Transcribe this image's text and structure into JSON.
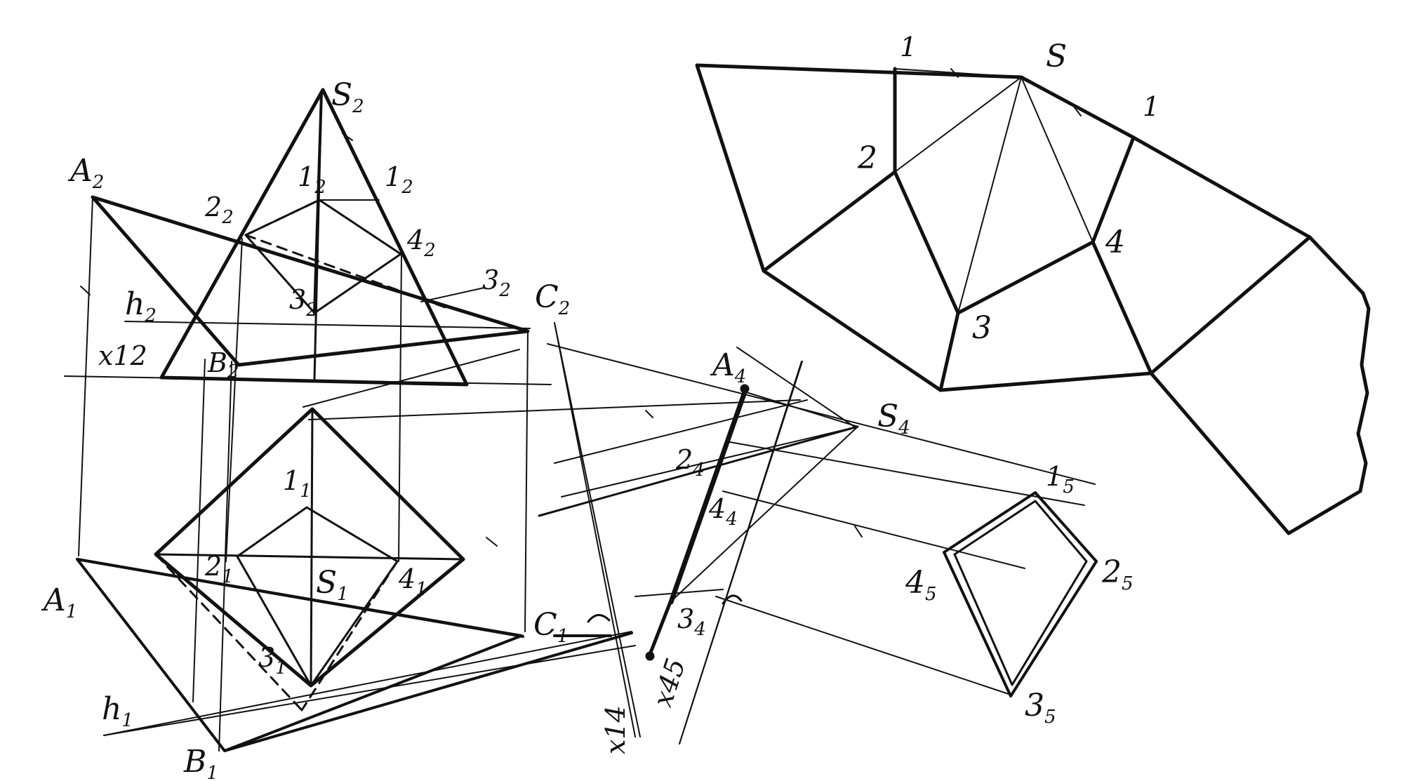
{
  "colors": {
    "ink": "#111111",
    "paper": "#ffffff"
  },
  "labels": {
    "S2": [
      "S",
      "2"
    ],
    "A2": [
      "A",
      "2"
    ],
    "one2": [
      "1",
      "2"
    ],
    "one2b": [
      "1",
      "2"
    ],
    "two2": [
      "2",
      "2"
    ],
    "four2": [
      "4",
      "2"
    ],
    "three2a": [
      "3",
      "2"
    ],
    "three2b": [
      "3",
      "2"
    ],
    "C2": [
      "C",
      "2"
    ],
    "h2": [
      "h",
      "2"
    ],
    "x12": "x12",
    "B2": [
      "B",
      "2"
    ],
    "A4": [
      "A",
      "4"
    ],
    "S4": [
      "S",
      "4"
    ],
    "two4": [
      "2",
      "4"
    ],
    "four4": [
      "4",
      "4"
    ],
    "three4": [
      "3",
      "4"
    ],
    "one1": [
      "1",
      "1"
    ],
    "two1": [
      "2",
      "1"
    ],
    "S1": [
      "S",
      "1"
    ],
    "four1": [
      "4",
      "1"
    ],
    "three1": [
      "3",
      "1"
    ],
    "A1": [
      "A",
      "1"
    ],
    "C1": [
      "C",
      "1"
    ],
    "h1": [
      "h",
      "1"
    ],
    "B1": [
      "B",
      "1"
    ],
    "x14": "x14",
    "x45": "x45",
    "one5": [
      "1",
      "5"
    ],
    "two5": [
      "2",
      "5"
    ],
    "four5": [
      "4",
      "5"
    ],
    "three5": [
      "3",
      "5"
    ],
    "devS": "S",
    "dev1a": "1",
    "dev1b": "1",
    "dev2": "2",
    "dev3": "3",
    "dev4": "4"
  }
}
